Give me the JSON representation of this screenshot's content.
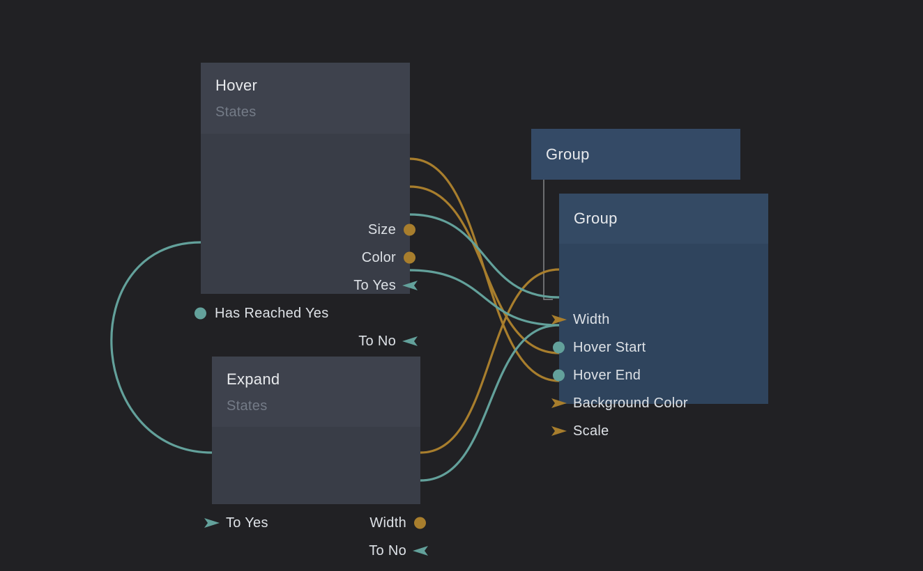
{
  "colors": {
    "canvas_bg": "#212124",
    "gold": "#a87e2d",
    "teal": "#63a19b",
    "hierarchy_line": "#85878a",
    "state_node_header": "#3e424d",
    "state_node_body": "#393d47",
    "group_node_header": "#344a64",
    "group_node_body": "#2f445d",
    "group_parent_node": "#344a66",
    "title_text": "#e8eaed",
    "subtitle_text": "#747b87",
    "port_text": "#dde1e6"
  },
  "nodes": {
    "hover": {
      "title": "Hover",
      "subtitle": "States",
      "ports": {
        "size": "Size",
        "color": "Color",
        "to_yes": "To Yes",
        "has_reached_yes": "Has Reached Yes",
        "to_no": "To No"
      }
    },
    "expand": {
      "title": "Expand",
      "subtitle": "States",
      "ports": {
        "to_yes": "To Yes",
        "width": "Width",
        "to_no": "To No"
      }
    },
    "group_parent": {
      "title": "Group"
    },
    "group": {
      "title": "Group",
      "ports": {
        "width": "Width",
        "hover_start": "Hover Start",
        "hover_end": "Hover End",
        "background_color": "Background Color",
        "scale": "Scale"
      }
    }
  },
  "connections": [
    {
      "from": "hover.size",
      "to": "group.scale",
      "color": "gold"
    },
    {
      "from": "hover.color",
      "to": "group.background_color",
      "color": "gold"
    },
    {
      "from": "expand.width",
      "to": "group.width",
      "color": "gold"
    },
    {
      "from": "hover.has_reached_yes",
      "to": "expand.to_yes",
      "color": "teal"
    },
    {
      "from": "group.hover_start",
      "to": "hover.to_yes",
      "color": "teal"
    },
    {
      "from": "group.hover_end",
      "to": "hover.to_no",
      "color": "teal"
    },
    {
      "from": "group.hover_end",
      "to": "expand.to_no",
      "color": "teal"
    }
  ],
  "hierarchy": {
    "from": "group_parent",
    "to": "group"
  }
}
